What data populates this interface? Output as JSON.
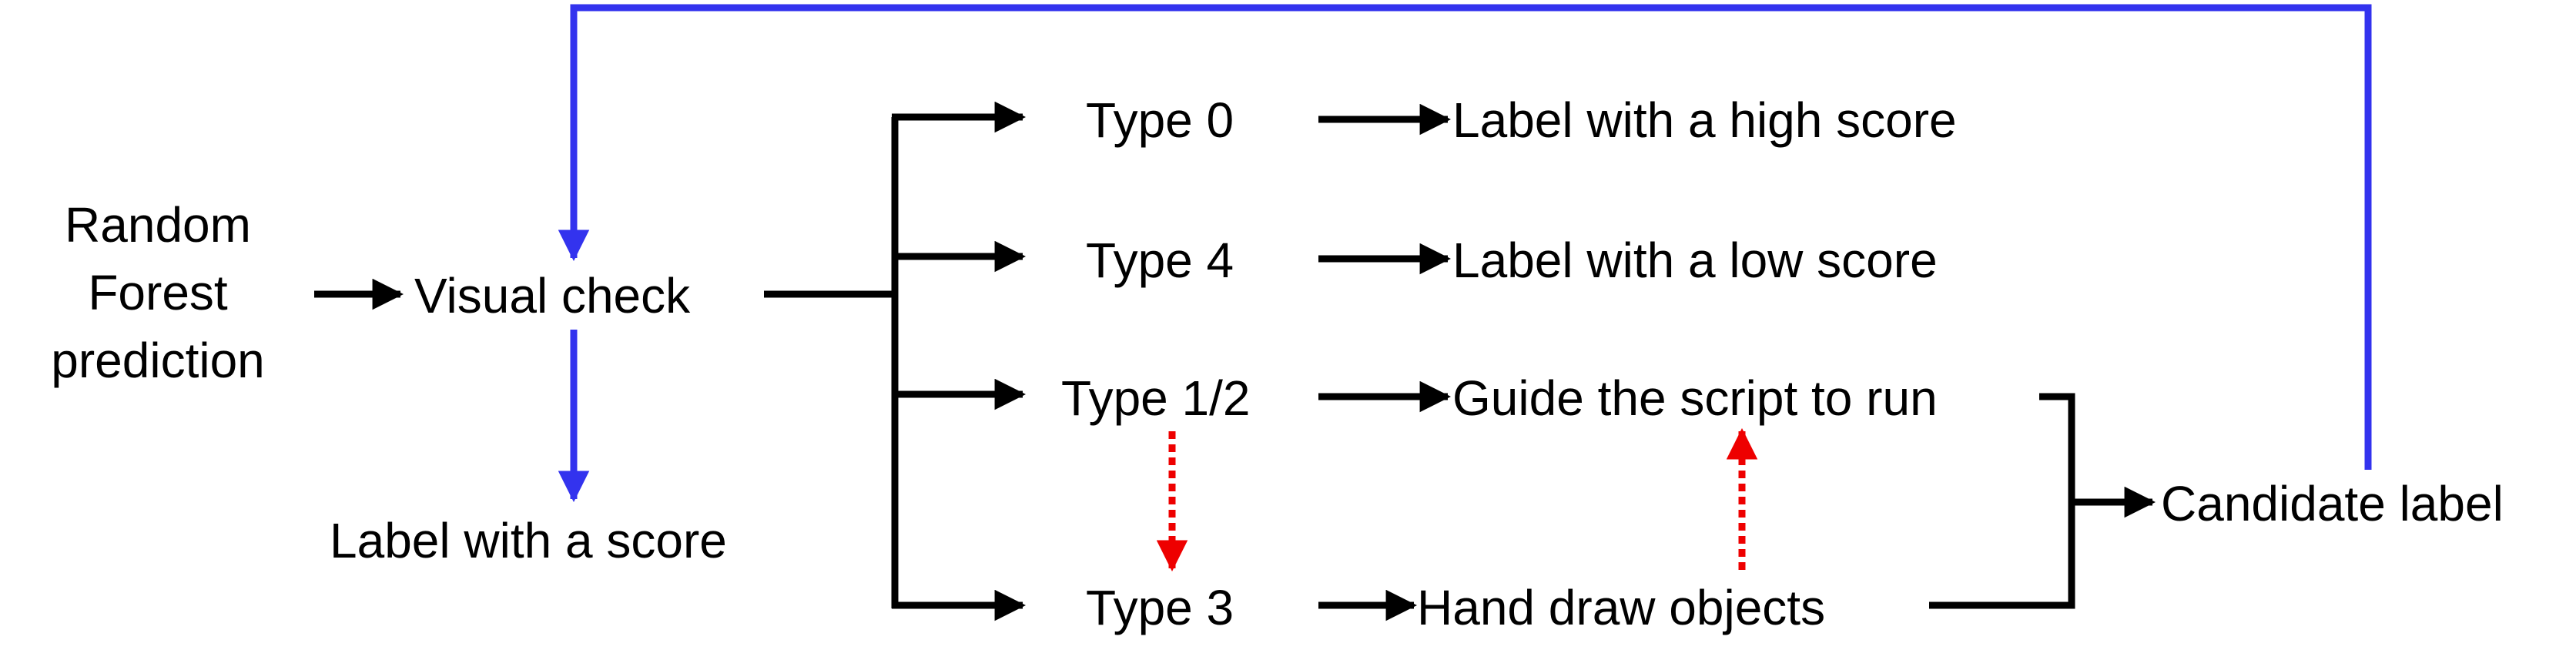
{
  "nodes": {
    "rf_line1": "Random",
    "rf_line2": "Forest",
    "rf_line3": "prediction",
    "visual_check": "Visual check",
    "label_with_score": "Label with a score",
    "type0": "Type 0",
    "type4": "Type 4",
    "type12": "Type 1/2",
    "type3": "Type 3",
    "label_high": "Label with a high score",
    "label_low": "Label with a low score",
    "guide_script": "Guide the script to run",
    "hand_draw": "Hand draw objects",
    "candidate_label": "Candidate label"
  },
  "colors": {
    "flow": "#000000",
    "feedback": "#3333ee",
    "dotted": "#ee0000"
  }
}
